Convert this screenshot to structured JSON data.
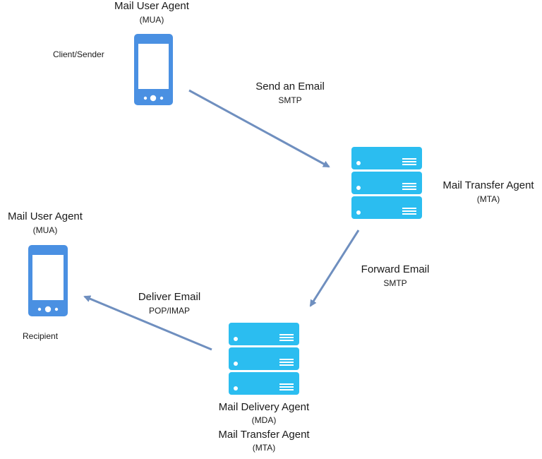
{
  "sender": {
    "title": "Mail User Agent",
    "abbr": "(MUA)",
    "role": "Client/Sender"
  },
  "mta": {
    "title": "Mail Transfer Agent",
    "abbr": "(MTA)"
  },
  "recipient_mua": {
    "title": "Mail User Agent",
    "abbr": "(MUA)",
    "role": "Recipient"
  },
  "mda": {
    "title": "Mail Delivery Agent",
    "abbr": "(MDA)",
    "title2": "Mail Transfer Agent",
    "abbr2": "(MTA)"
  },
  "edges": {
    "send": {
      "label": "Send an Email",
      "protocol": "SMTP"
    },
    "forward": {
      "label": "Forward Email",
      "protocol": "SMTP"
    },
    "deliver": {
      "label": "Deliver Email",
      "protocol": "POP/IMAP"
    }
  },
  "colors": {
    "phone": "#4a90e2",
    "server": "#2bbdf0",
    "arrow": "#6f8fbf"
  }
}
